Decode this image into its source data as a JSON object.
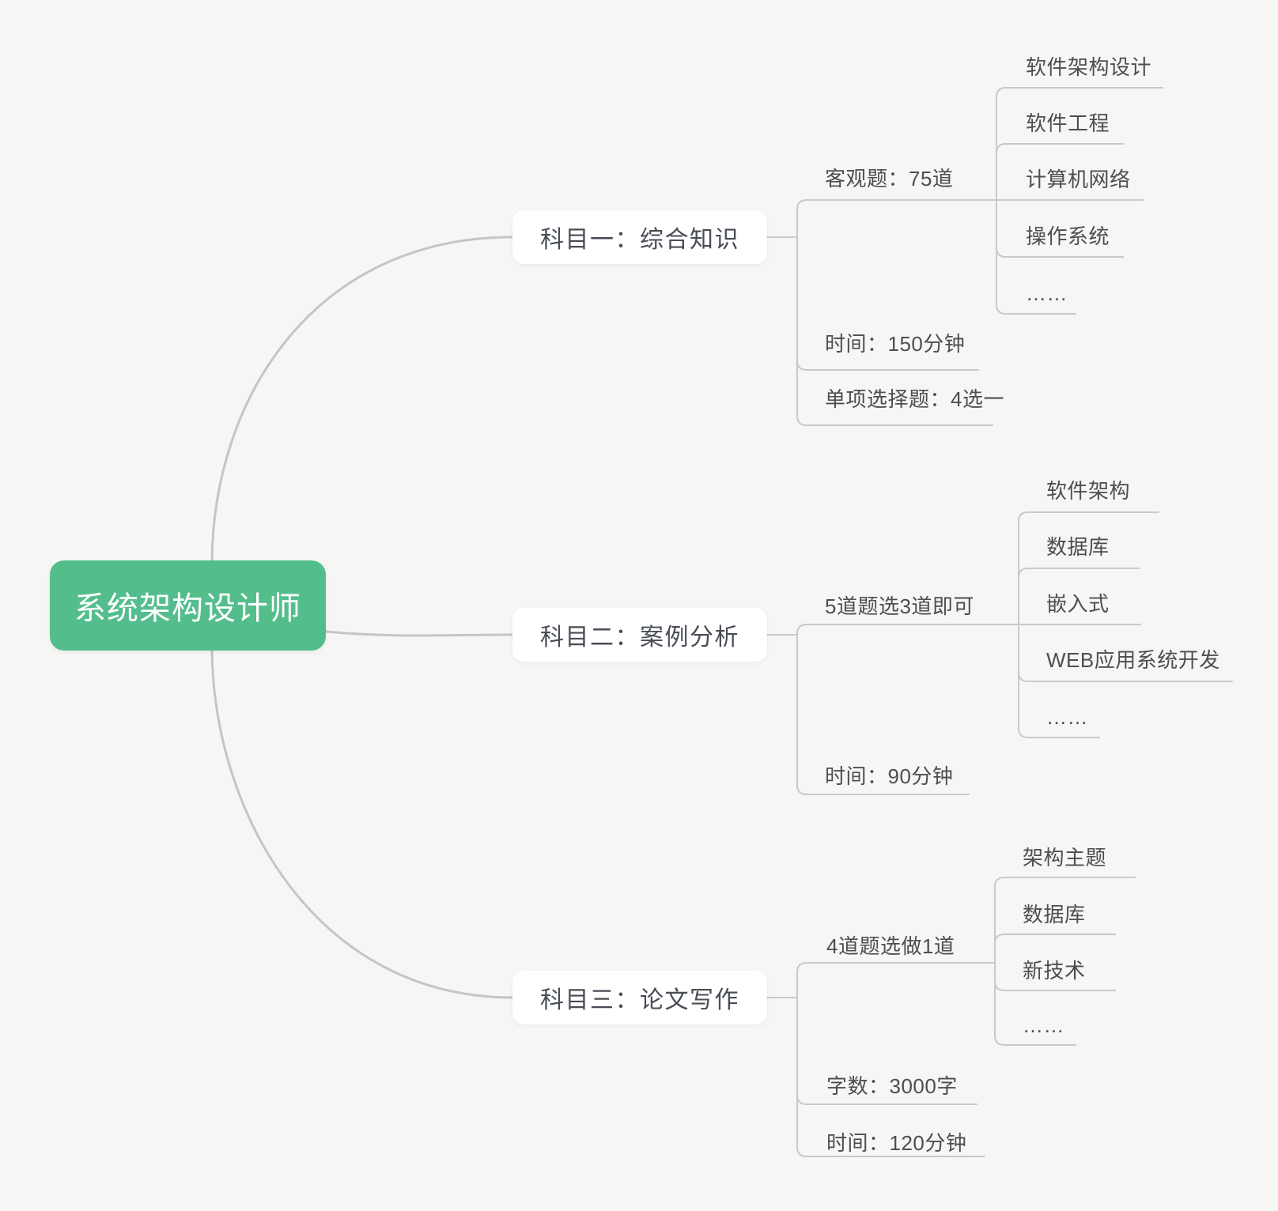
{
  "root": {
    "label": "系统架构设计师"
  },
  "branches": [
    {
      "label": "科目一：综合知识",
      "children": [
        {
          "label": "客观题：75道",
          "children": [
            {
              "label": "软件架构设计"
            },
            {
              "label": "软件工程"
            },
            {
              "label": "计算机网络"
            },
            {
              "label": "操作系统"
            },
            {
              "label": "……"
            }
          ]
        },
        {
          "label": "时间：150分钟",
          "children": []
        },
        {
          "label": "单项选择题：4选一",
          "children": []
        }
      ]
    },
    {
      "label": "科目二：案例分析",
      "children": [
        {
          "label": "5道题选3道即可",
          "children": [
            {
              "label": "软件架构"
            },
            {
              "label": "数据库"
            },
            {
              "label": "嵌入式"
            },
            {
              "label": "WEB应用系统开发"
            },
            {
              "label": "……"
            }
          ]
        },
        {
          "label": "时间：90分钟",
          "children": []
        }
      ]
    },
    {
      "label": "科目三：论文写作",
      "children": [
        {
          "label": "4道题选做1道",
          "children": [
            {
              "label": "架构主题"
            },
            {
              "label": "数据库"
            },
            {
              "label": "新技术"
            },
            {
              "label": "……"
            }
          ]
        },
        {
          "label": "字数：3000字",
          "children": []
        },
        {
          "label": "时间：120分钟",
          "children": []
        }
      ]
    }
  ],
  "colors": {
    "canvas_bg": "#f6f6f5",
    "root_bg": "#53be8c",
    "root_text": "#ffffff",
    "branch_bg": "#ffffff",
    "branch_text": "#474c55",
    "node_text": "#4e4e4e",
    "connector": "#c9c9c9"
  }
}
